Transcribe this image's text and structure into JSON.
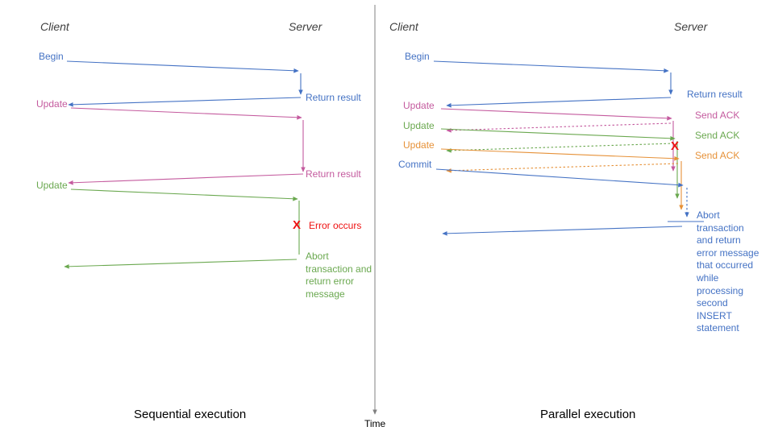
{
  "colors": {
    "blue": "#4472C4",
    "pink": "#C45A9E",
    "green": "#6AA84F",
    "orange": "#E69138",
    "red": "#EE1111",
    "header": "#3F3F3F",
    "axis": "#808080",
    "caption": "#000000"
  },
  "axis": {
    "time_label": "Time"
  },
  "left": {
    "caption": "Sequential execution",
    "client": "Client",
    "server": "Server",
    "messages": {
      "begin": "Begin",
      "return_result_1": "Return result",
      "update_1": "Update",
      "return_result_2": "Return result",
      "update_2": "Update",
      "error_mark": "X",
      "error_label": "Error occurs",
      "abort": "Abort transaction and return error message"
    }
  },
  "right": {
    "caption": "Parallel execution",
    "client": "Client",
    "server": "Server",
    "messages": {
      "begin": "Begin",
      "return_result": "Return result",
      "update_1": "Update",
      "send_ack_1": "Send ACK",
      "update_2": "Update",
      "send_ack_2": "Send ACK",
      "update_3": "Update",
      "send_ack_3": "Send ACK",
      "commit": "Commit",
      "error_mark": "X",
      "abort": "Abort transaction and return error message that occurred while processing second INSERT statement"
    }
  }
}
